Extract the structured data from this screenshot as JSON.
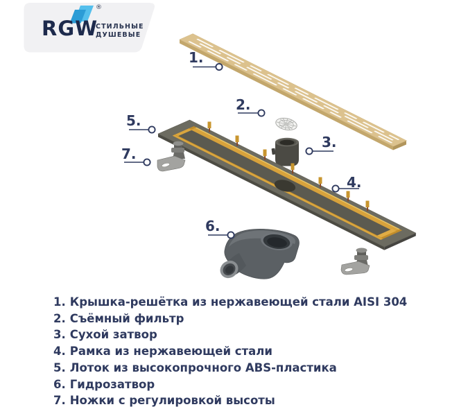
{
  "logo": {
    "brand": "RGW",
    "registered_mark": "®",
    "tagline_line1": "СТИЛЬНЫЕ",
    "tagline_line2": "ДУШЕВЫЕ"
  },
  "callouts": [
    {
      "num": "1."
    },
    {
      "num": "2."
    },
    {
      "num": "3."
    },
    {
      "num": "4."
    },
    {
      "num": "5."
    },
    {
      "num": "6."
    },
    {
      "num": "7."
    }
  ],
  "legend": [
    {
      "num": "1.",
      "text": "Крышка-решётка из нержавеющей стали AISI 304"
    },
    {
      "num": "2.",
      "text": "Съёмный фильтр"
    },
    {
      "num": "3.",
      "text": "Сухой затвор"
    },
    {
      "num": "4.",
      "text": "Рамка из нержавеющей стали"
    },
    {
      "num": "5.",
      "text": "Лоток из высокопрочного ABS-пластика"
    },
    {
      "num": "6.",
      "text": "Гидрозатвор"
    },
    {
      "num": "7.",
      "text": "Ножки с регулировкой высоты"
    }
  ],
  "icons": {
    "logo_mark": "rgw-parallelogram-mark"
  },
  "colors": {
    "brand_navy": "#2f3a5f",
    "logo_blue_light": "#54bfec",
    "logo_blue_dark": "#2b9cd6",
    "card_gray": "#f1f1f3",
    "grate_gold": "#dcc28e",
    "frame_gold": "#d6a13c",
    "tray_olive": "#6c6b60",
    "part_dark_gray": "#5b6064",
    "steel_gray": "#a3a3a0"
  }
}
